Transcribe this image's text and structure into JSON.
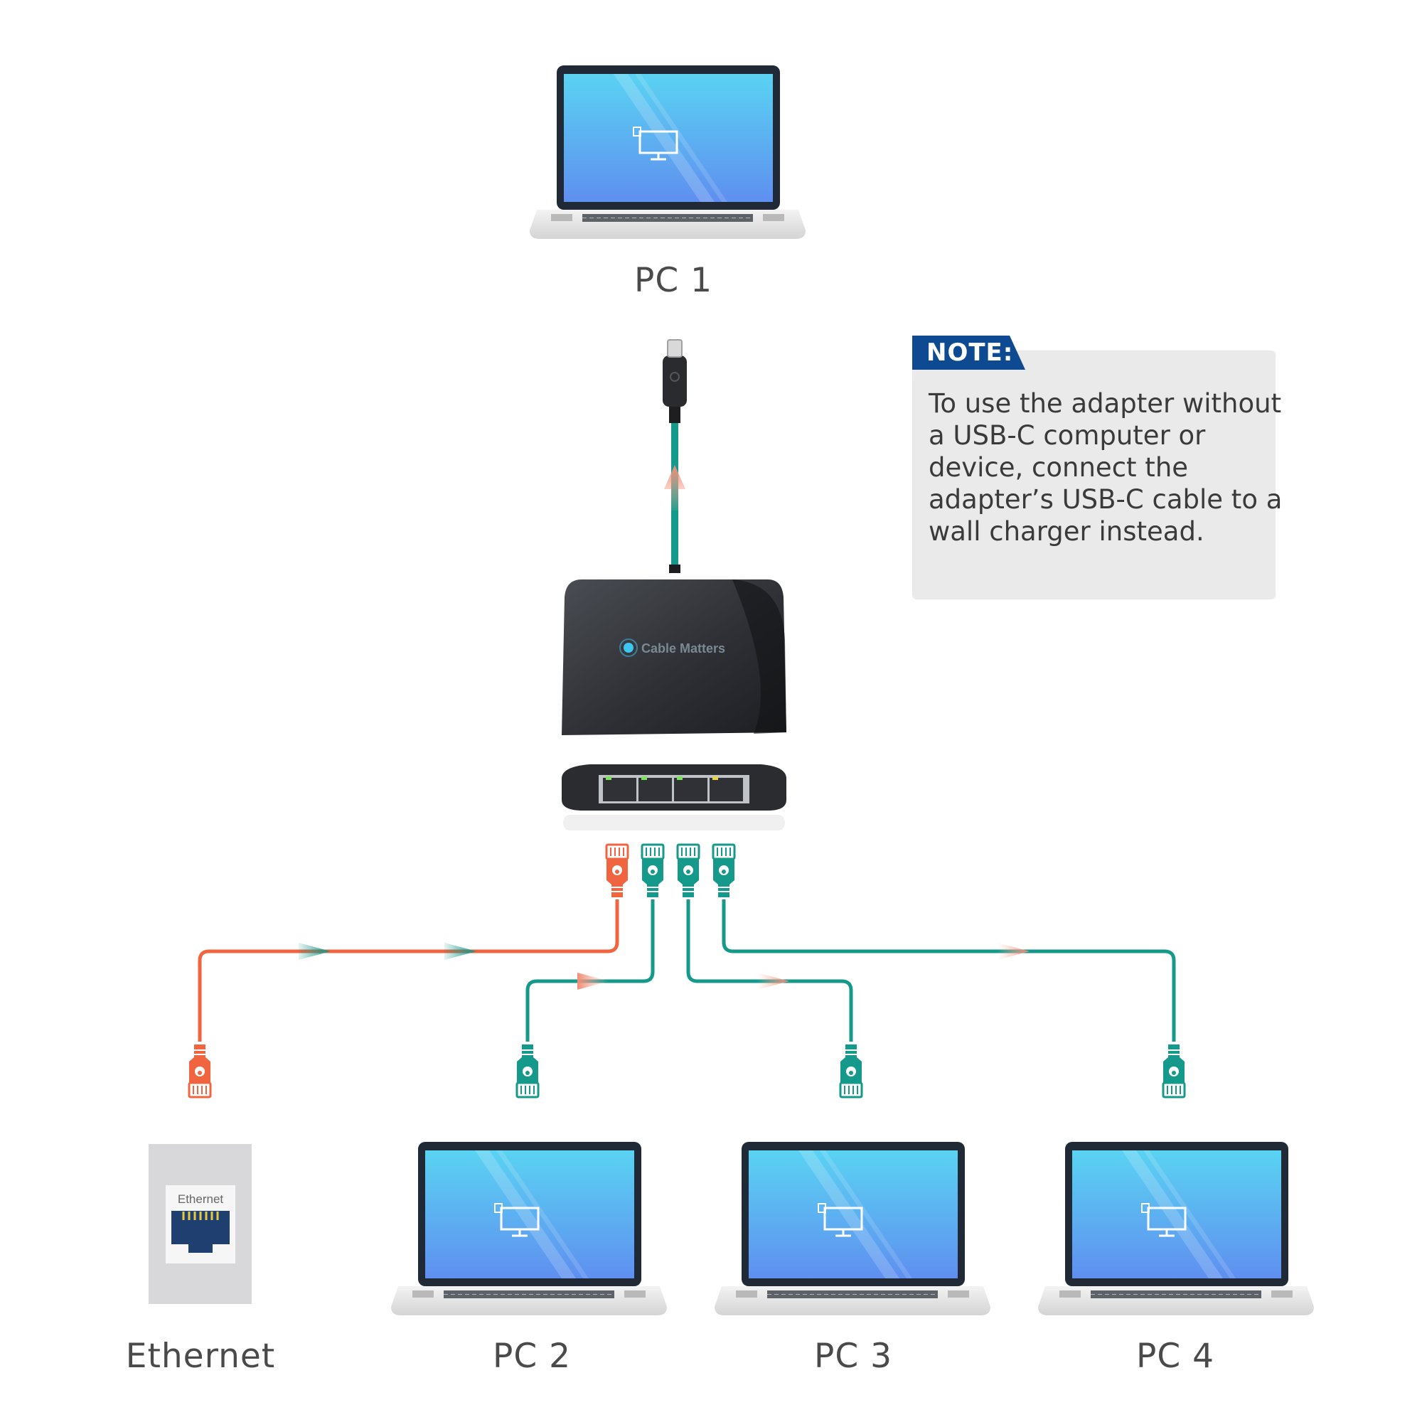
{
  "labels": {
    "pc1": "PC 1",
    "pc2": "PC 2",
    "pc3": "PC 3",
    "pc4": "PC 4",
    "ethernet": "Ethernet"
  },
  "note": {
    "title": "NOTE:",
    "lines": [
      "To use the adapter without",
      "a USB-C computer or",
      "device, connect the",
      "adapter’s USB-C cable to a",
      "wall charger instead."
    ]
  },
  "wall_jack_label": "Ethernet",
  "brand": "Cable Matters",
  "colors": {
    "teal": "#14998a",
    "orange": "#f0643f",
    "note_blue": "#0e4a92",
    "note_bg": "#eaeaea",
    "screen_top": "#5ad3f2",
    "screen_bottom": "#5f8ff0"
  }
}
